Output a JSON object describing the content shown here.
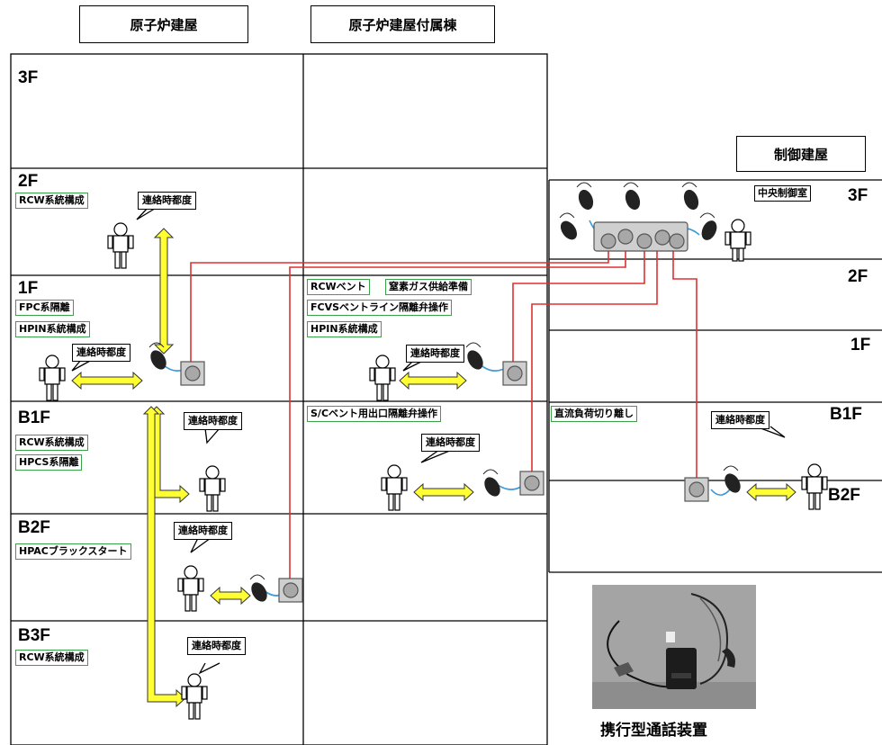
{
  "headers": {
    "reactor_building": "原子炉建屋",
    "annex_building": "原子炉建屋付属棟",
    "control_building": "制御建屋"
  },
  "reactor_floors": [
    "3F",
    "2F",
    "1F",
    "B1F",
    "B2F",
    "B3F"
  ],
  "control_floors": [
    "3F",
    "2F",
    "1F",
    "B1F",
    "B2F"
  ],
  "tasks": {
    "rb_2f": "RCW系統構成",
    "rb_1f_a": "FPC系隔離",
    "rb_1f_b": "HPIN系統構成",
    "rb_b1f_a": "RCW系統構成",
    "rb_b1f_b": "HPCS系隔離",
    "rb_b2f": "HPACブラックスタート",
    "rb_b3f": "RCW系統構成",
    "annex_1f_a": "RCWベント",
    "annex_1f_b": "窒素ガス供給準備",
    "annex_1f_c": "FCVSベントライン隔離弁操作",
    "annex_1f_d": "HPIN系統構成",
    "annex_b1f": "S/Cベント用出口隔離弁操作",
    "control_b1f": "直流負荷切り離し",
    "control_room": "中央制御室"
  },
  "bubble_text": "連絡時都度",
  "photo_caption": "携行型通話装置",
  "colors": {
    "cable": "#e03030",
    "arrow": "#ffff33",
    "task_border": "#3aa34a",
    "headset_cord": "#3a9bd8"
  }
}
